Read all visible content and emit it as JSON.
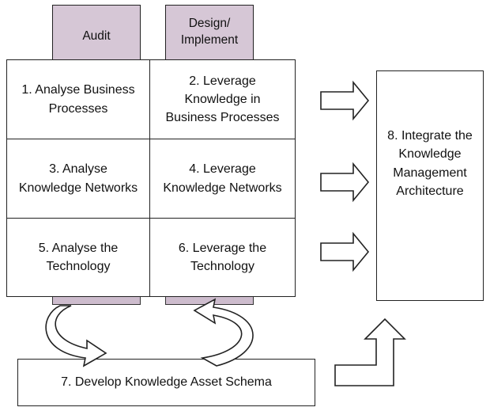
{
  "header": {
    "audit_label": "Audit",
    "design_label": "Design/\nImplement"
  },
  "grid": {
    "cells": [
      "1. Analyse Business\nProcesses",
      "2. Leverage\nKnowledge in\nBusiness Processes",
      "3. Analyse\nKnowledge Networks",
      "4. Leverage\nKnowledge Networks",
      "5. Analyse the\nTechnology",
      "6. Leverage the\nTechnology"
    ]
  },
  "schema_box": {
    "label": "7. Develop Knowledge Asset Schema"
  },
  "integrate_box": {
    "label": "8. Integrate the\nKnowledge\nManagement\nArchitecture"
  },
  "colors": {
    "tab_fill": "#d6c7d6",
    "line": "#222222"
  }
}
